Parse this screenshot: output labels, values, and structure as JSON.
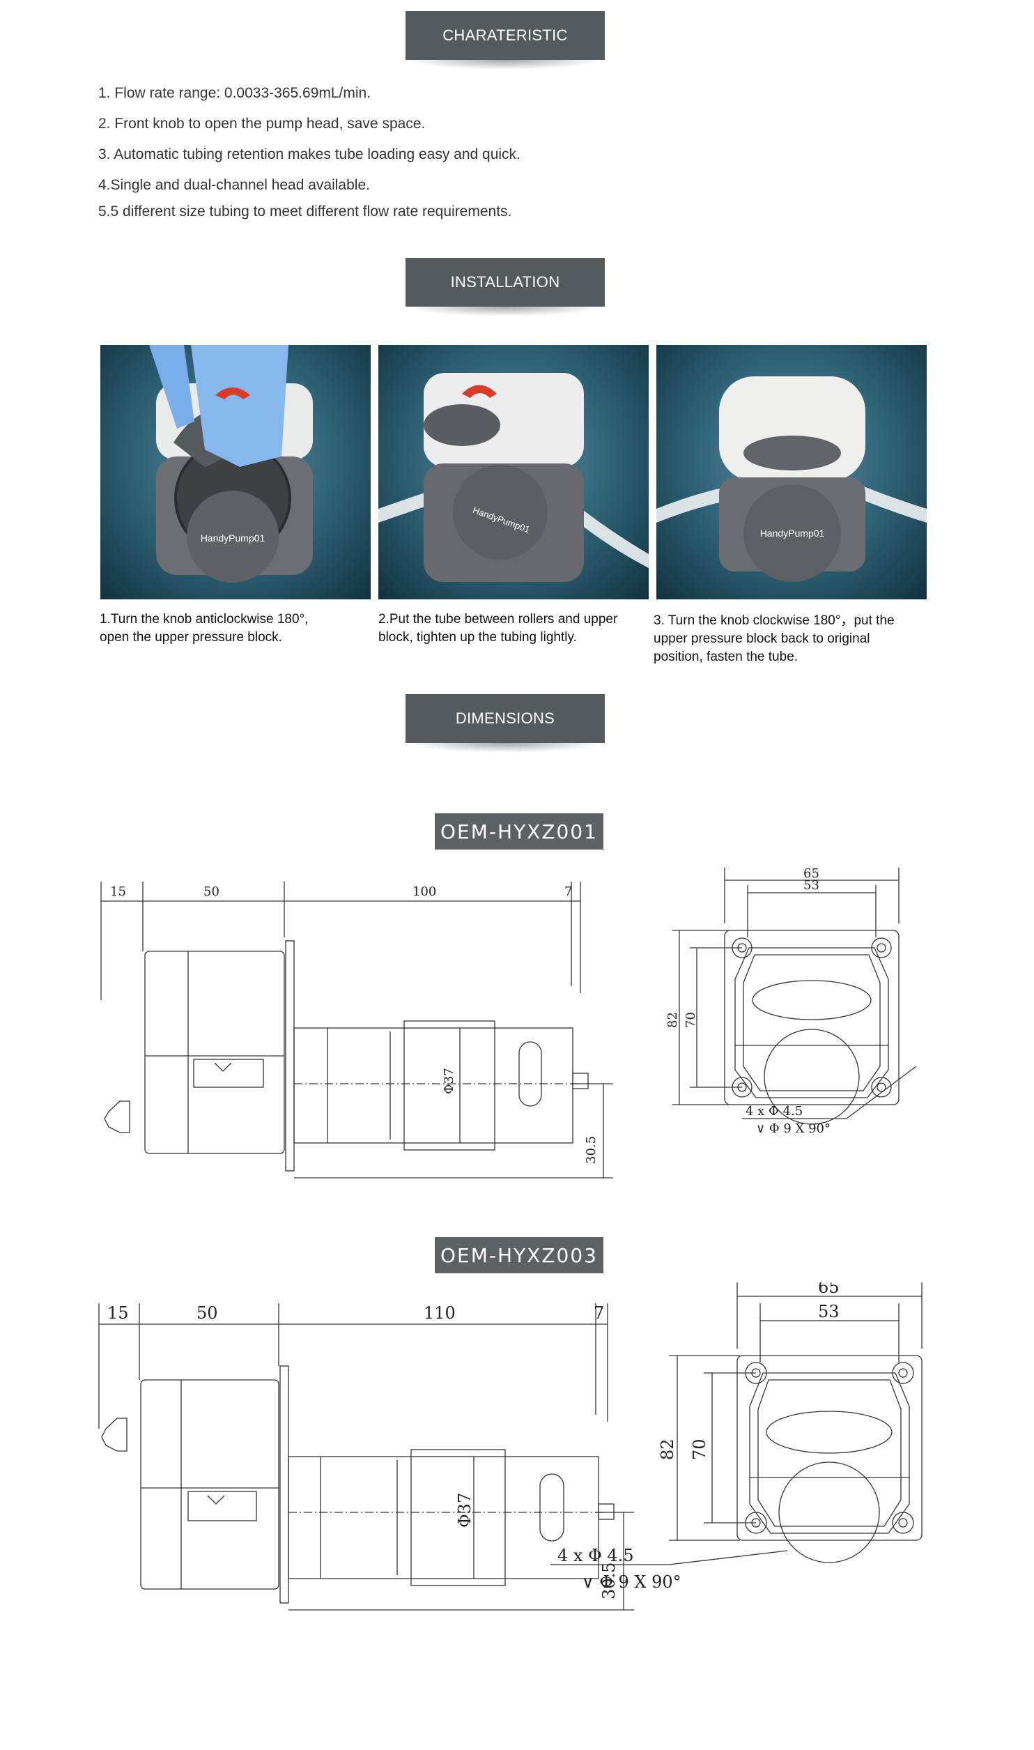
{
  "sections": {
    "characteristic": "CHARATERISTIC",
    "installation": "INSTALLATION",
    "dimensions": "DIMENSIONS"
  },
  "features": [
    "1. Flow rate range: 0.0033-365.69mL/min.",
    "2. Front knob to open the pump head, save space.",
    "3. Automatic tubing retention makes tube loading easy and quick.",
    "4.Single and dual-channel head available.",
    "5.5 different size tubing to meet different flow rate requirements."
  ],
  "installation": {
    "brand": "HandyPump01",
    "steps": [
      {
        "line1": "1.Turn the knob anticlockwise 180°,",
        "line2": "open the upper pressure block.",
        "line3": ""
      },
      {
        "line1": "2.Put the tube between rollers and upper",
        "line2": "block, tighten up the tubing lightly.",
        "line3": ""
      },
      {
        "line1": "3. Turn the knob clockwise 180°，put the",
        "line2": "upper pressure block back to original",
        "line3": "position, fasten the tube."
      }
    ]
  },
  "models": [
    {
      "name": "OEM-HYXZ001",
      "side": {
        "d1": "15",
        "d2": "50",
        "d3": "100",
        "d4": "7",
        "dia": "Φ37",
        "h": "30.5"
      },
      "front": {
        "w1": "65",
        "w2": "53",
        "h1": "82",
        "h2": "70",
        "hole1": "4 x Φ 4.5",
        "hole2": "∨ Φ 9 X 90°"
      }
    },
    {
      "name": "OEM-HYXZ003",
      "side": {
        "d1": "15",
        "d2": "50",
        "d3": "110",
        "d4": "7",
        "dia": "Φ37",
        "h": "30.5"
      },
      "front": {
        "w1": "65",
        "w2": "53",
        "h1": "82",
        "h2": "70",
        "hole1": "4 x Φ 4.5",
        "hole2": "∨ Φ 9 X 90°"
      }
    }
  ]
}
